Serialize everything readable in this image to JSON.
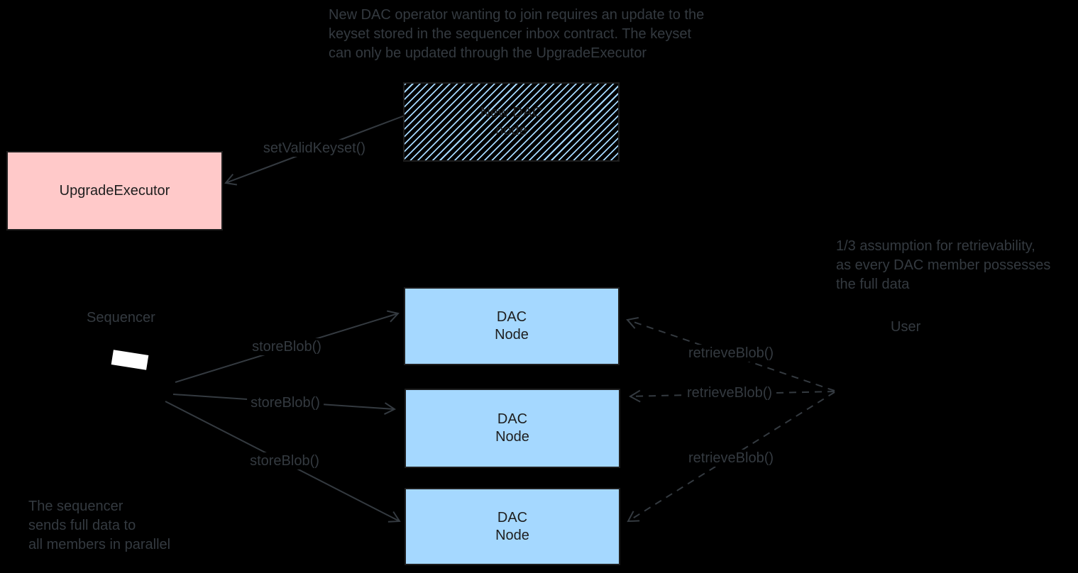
{
  "colors": {
    "background": "#000000",
    "stroke_dark": "#1e1e1e",
    "stroke_gray": "#343a40",
    "node_pink": "#ffc9c9",
    "node_blue": "#a5d8ff",
    "sequencer_white": "#ffffff"
  },
  "notes": {
    "top": {
      "line1": "New DAC operator wanting to join requires an update to the",
      "line2": "keyset stored in the sequencer inbox contract. The keyset",
      "line3": "can only be updated through the UpgradeExecutor"
    },
    "retrievability": {
      "line1": "1/3 assumption for retrievability,",
      "line2": "as every DAC member possesses",
      "line3": "the full data"
    },
    "sequencer": {
      "line1": "The sequencer",
      "line2": "sends full data to",
      "line3": "all members in parallel"
    }
  },
  "nodes": {
    "new_dac_node": {
      "line1": "New DAC",
      "line2": "node"
    },
    "upgrade_executor": {
      "label": "UpgradeExecutor"
    },
    "sequencer_label": "Sequencer",
    "user_label": "User",
    "dac_node": {
      "line1": "DAC",
      "line2": "Node"
    }
  },
  "edge_labels": {
    "set_valid_keyset": "setValidKeyset()",
    "store_blob": "storeBlob()",
    "retrieve_blob": "retrieveBlob()"
  }
}
